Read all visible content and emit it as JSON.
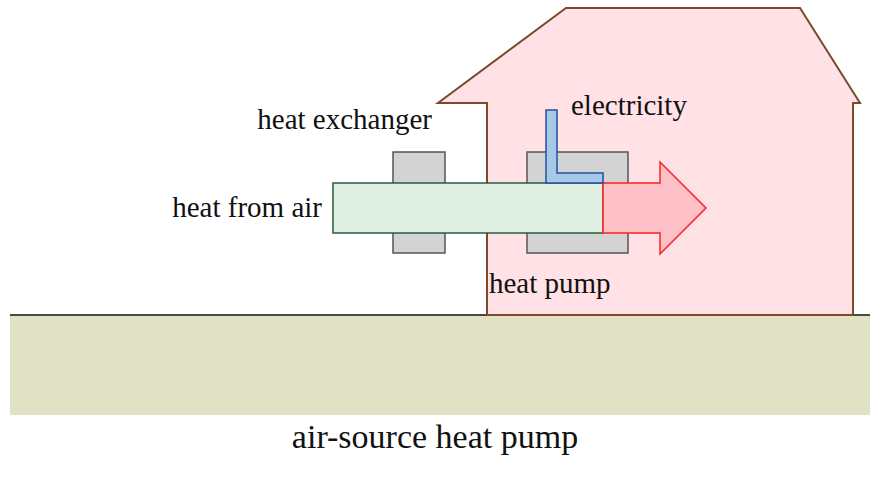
{
  "diagram": {
    "caption": "air-source heat pump",
    "labels": [
      "heat exchanger",
      "electricity",
      "heat from air",
      "heat pump"
    ]
  }
}
